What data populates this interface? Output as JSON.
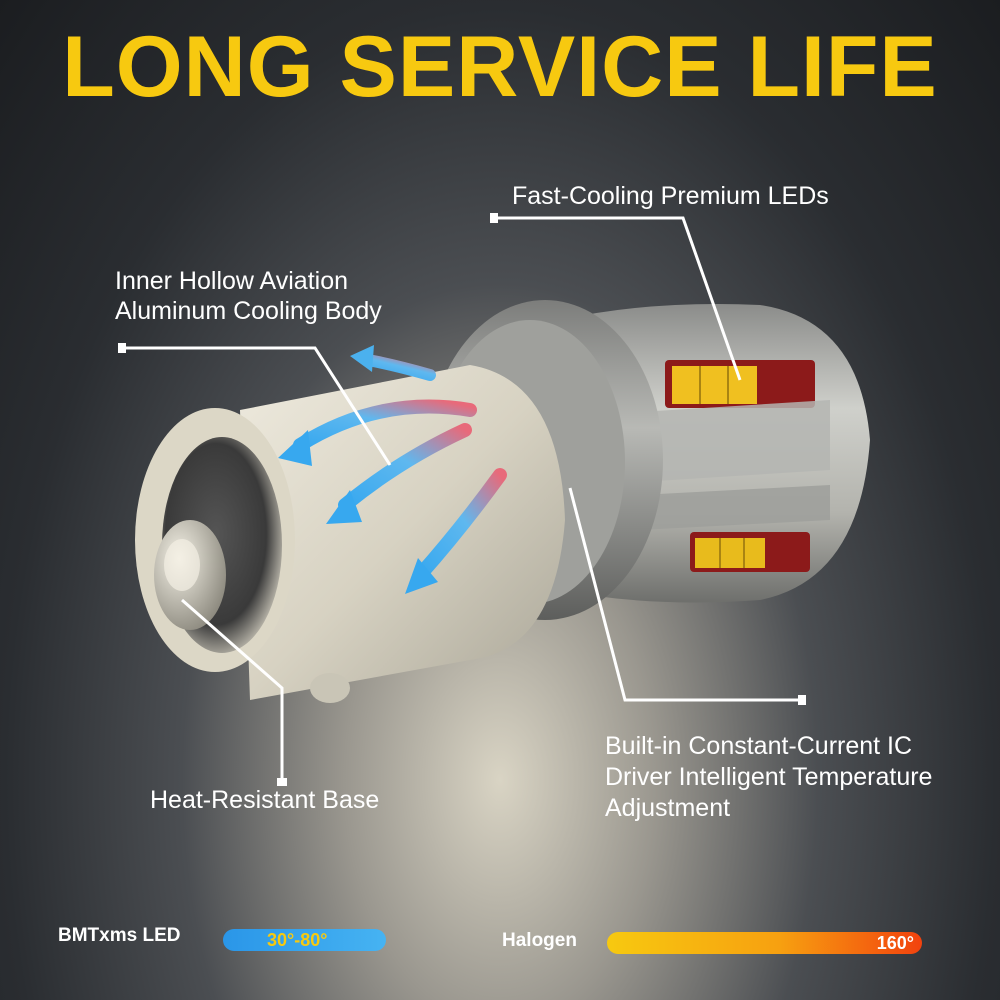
{
  "headline": "LONG SERVICE LIFE",
  "callouts": {
    "leds": "Fast-Cooling Premium LEDs",
    "body_line1": "Inner Hollow Aviation",
    "body_line2": "Aluminum Cooling Body",
    "base": "Heat-Resistant Base",
    "ic_line1": "Built-in Constant-Current IC",
    "ic_line2": "Driver Intelligent Temperature",
    "ic_line3": "Adjustment"
  },
  "comparison": {
    "led_label": "BMTxms  LED",
    "led_range": "30°-80°",
    "halogen_label": "Halogen",
    "halogen_temp": "160°"
  },
  "colors": {
    "headline": "#f7c910",
    "led_bar": "#2a96e8",
    "halogen_bar_start": "#f7c910",
    "halogen_bar_end": "#f2420e"
  }
}
